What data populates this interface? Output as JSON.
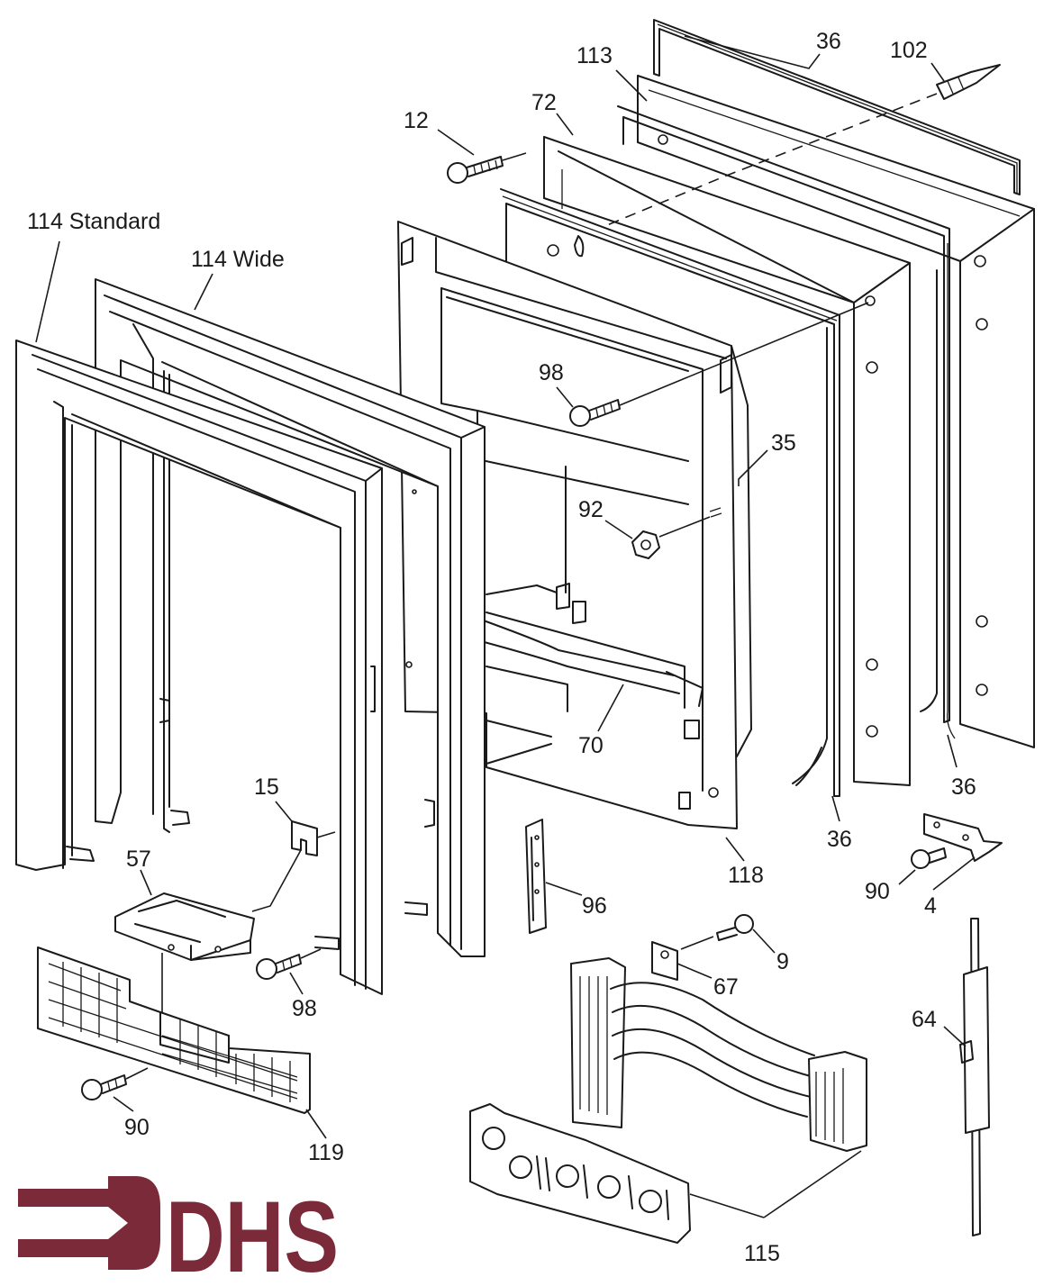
{
  "labels": {
    "p114_standard": "114 Standard",
    "p114_wide": "114 Wide",
    "p12": "12",
    "p72": "72",
    "p113": "113",
    "p36_top": "36",
    "p102": "102",
    "p98_upper": "98",
    "p35": "35",
    "p92": "92",
    "p70": "70",
    "p36_right": "36",
    "p36_mid": "36",
    "p118": "118",
    "p15": "15",
    "p57": "57",
    "p96": "96",
    "p90_right": "90",
    "p4": "4",
    "p9": "9",
    "p67": "67",
    "p98_lower": "98",
    "p64": "64",
    "p90_left": "90",
    "p119": "119",
    "p115": "115"
  },
  "logo": {
    "text": "DHS",
    "color": "#7a2a38"
  },
  "colors": {
    "ink": "#1a1a1a",
    "paper": "#ffffff"
  }
}
